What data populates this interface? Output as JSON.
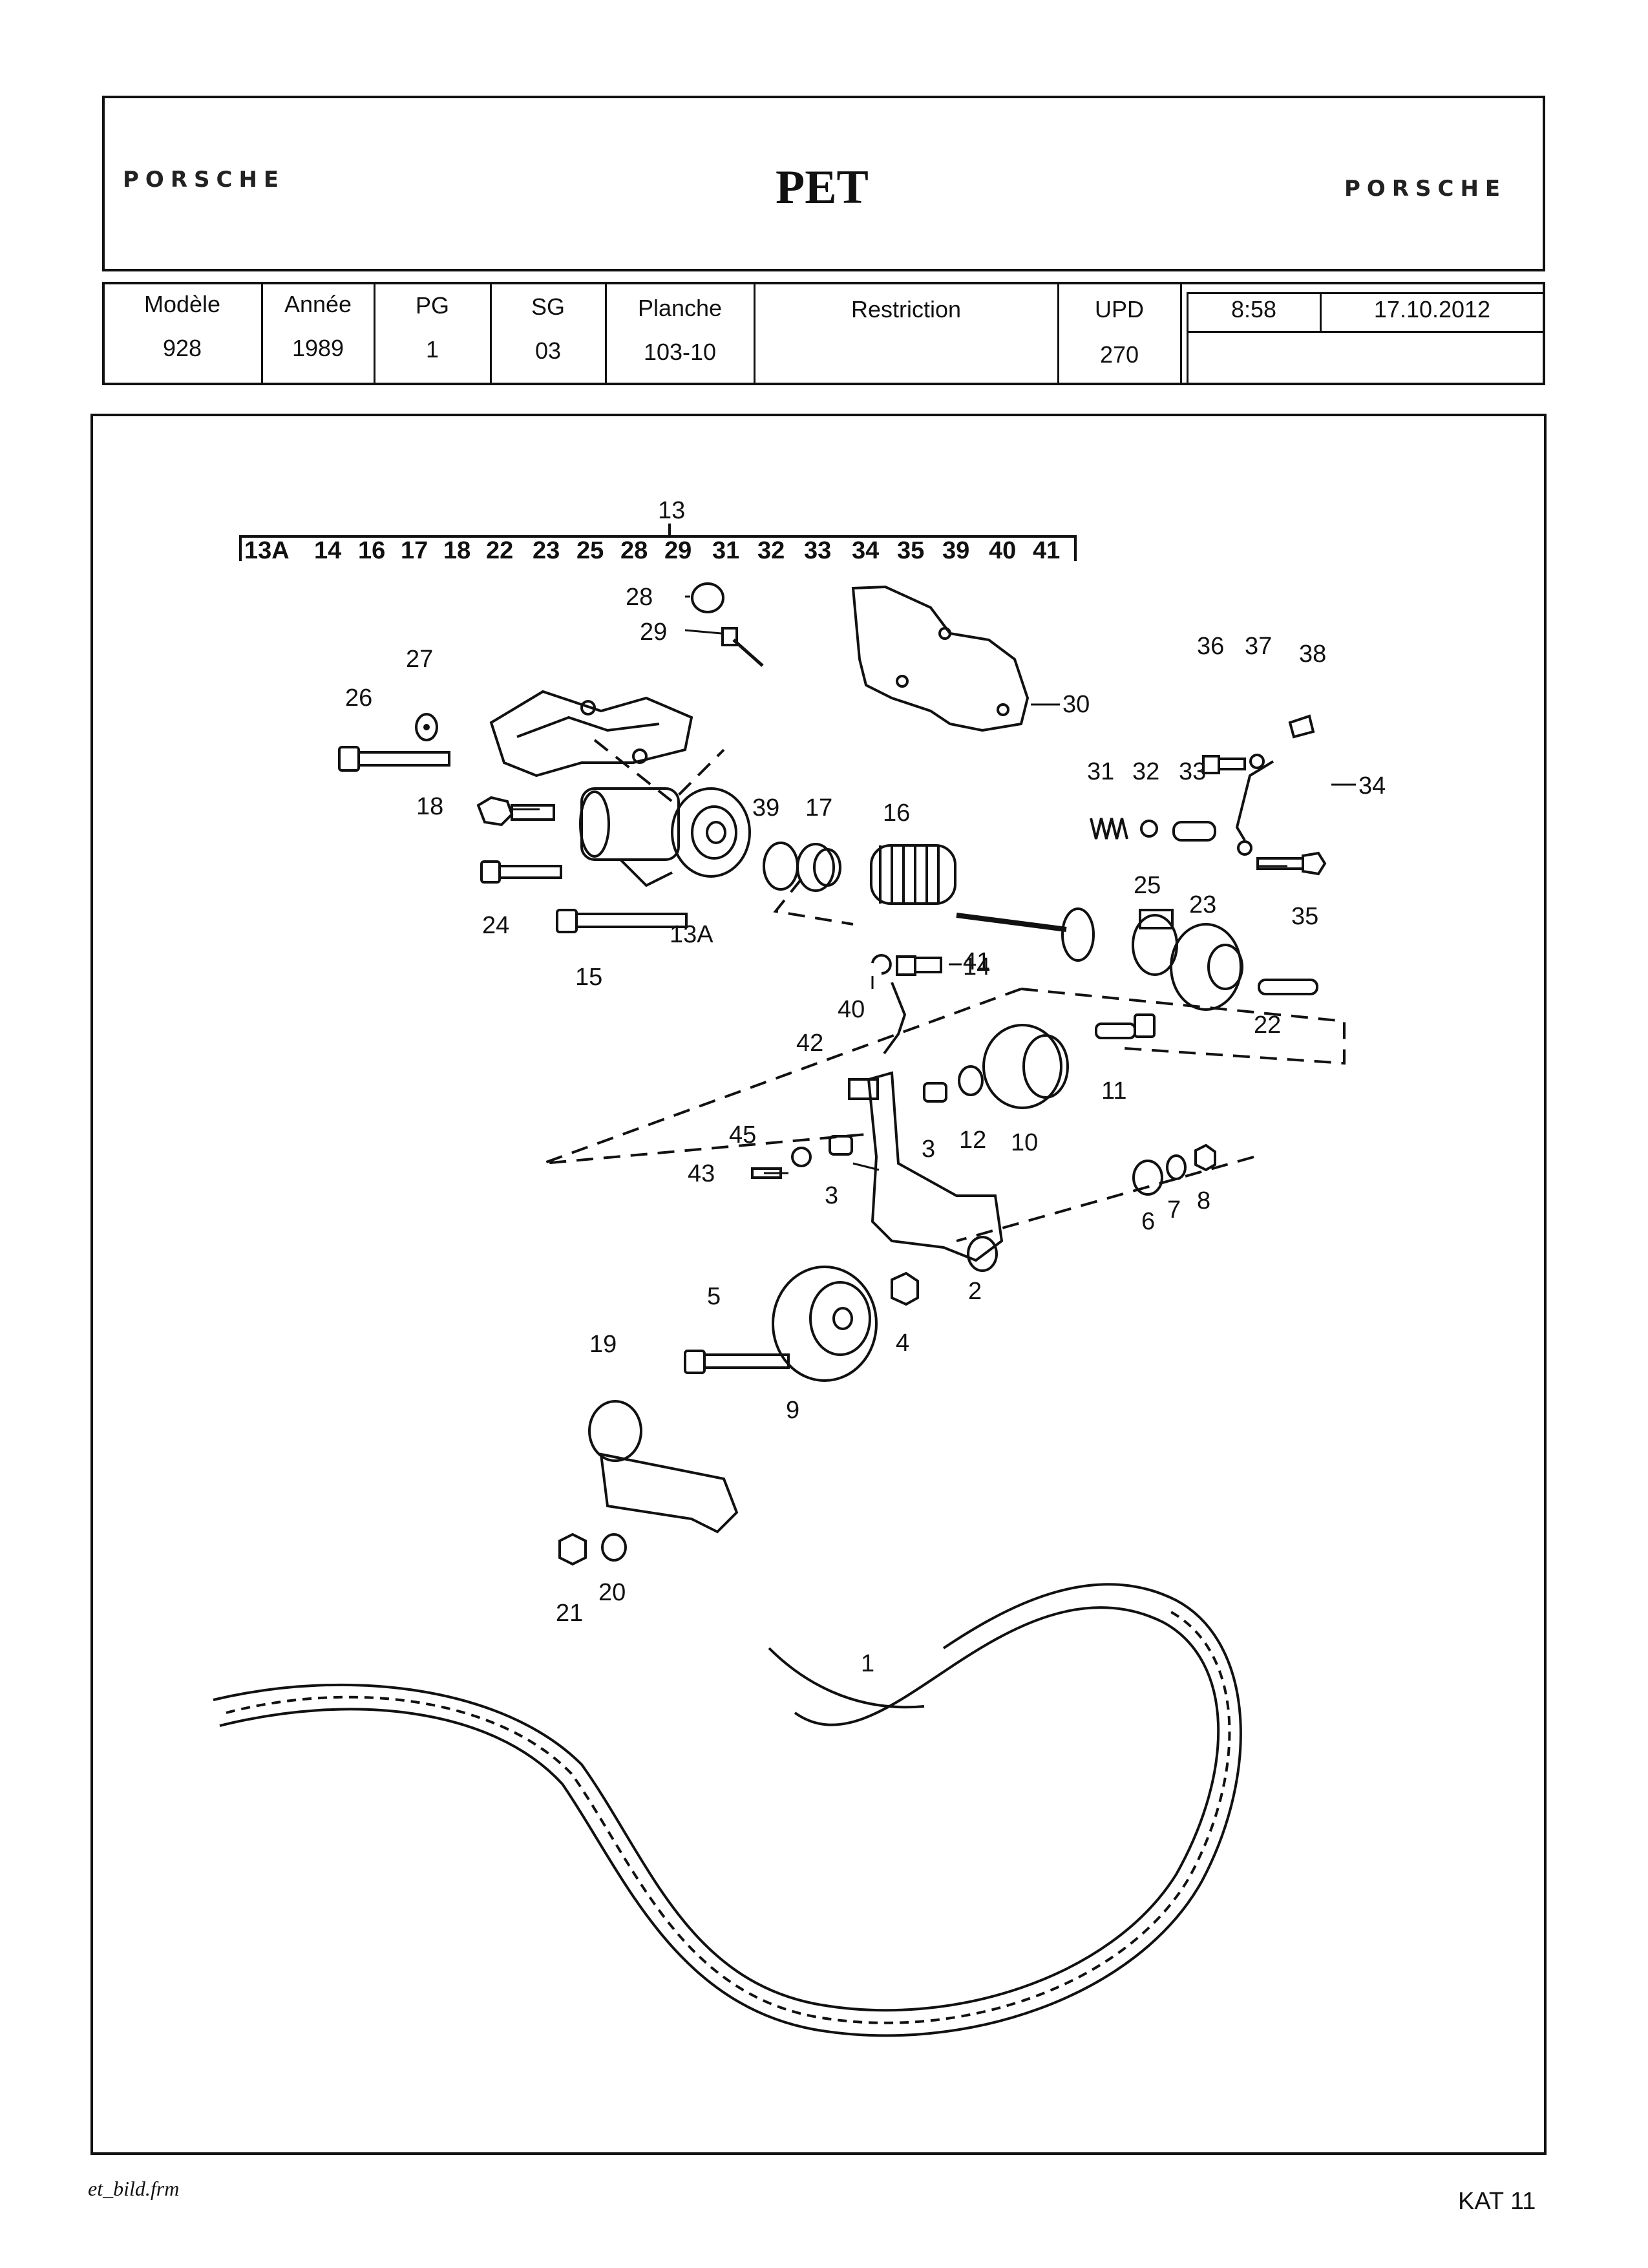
{
  "header": {
    "brand_left": "PORSCHE",
    "title": "PET",
    "brand_right": "PORSCHE"
  },
  "info": {
    "columns": [
      {
        "label": "Modèle",
        "value": "928"
      },
      {
        "label": "Année",
        "value": "1989"
      },
      {
        "label": "PG",
        "value": "1"
      },
      {
        "label": "SG",
        "value": "03"
      },
      {
        "label": "Planche",
        "value": "103-10"
      },
      {
        "label": "Restriction",
        "value": ""
      },
      {
        "label": "UPD",
        "value": "270"
      }
    ],
    "time": "8:58",
    "date": "17.10.2012"
  },
  "diagram": {
    "group_label": "13",
    "group_items": [
      "13A",
      "14",
      "16",
      "17",
      "18",
      "22",
      "23",
      "25",
      "28",
      "29",
      "31",
      "32",
      "33",
      "34",
      "35",
      "39",
      "40",
      "41"
    ],
    "callouts": [
      "1",
      "2",
      "3",
      "3",
      "4",
      "5",
      "6",
      "7",
      "8",
      "9",
      "10",
      "11",
      "12",
      "13A",
      "14",
      "15",
      "16",
      "17",
      "18",
      "19",
      "20",
      "21",
      "22",
      "23",
      "24",
      "25",
      "26",
      "27",
      "28",
      "29",
      "30",
      "31",
      "32",
      "33",
      "34",
      "35",
      "36",
      "37",
      "38",
      "39",
      "40",
      "41",
      "42",
      "43",
      "45"
    ]
  },
  "footer": {
    "left": "et_bild.frm",
    "right": "KAT 11"
  }
}
